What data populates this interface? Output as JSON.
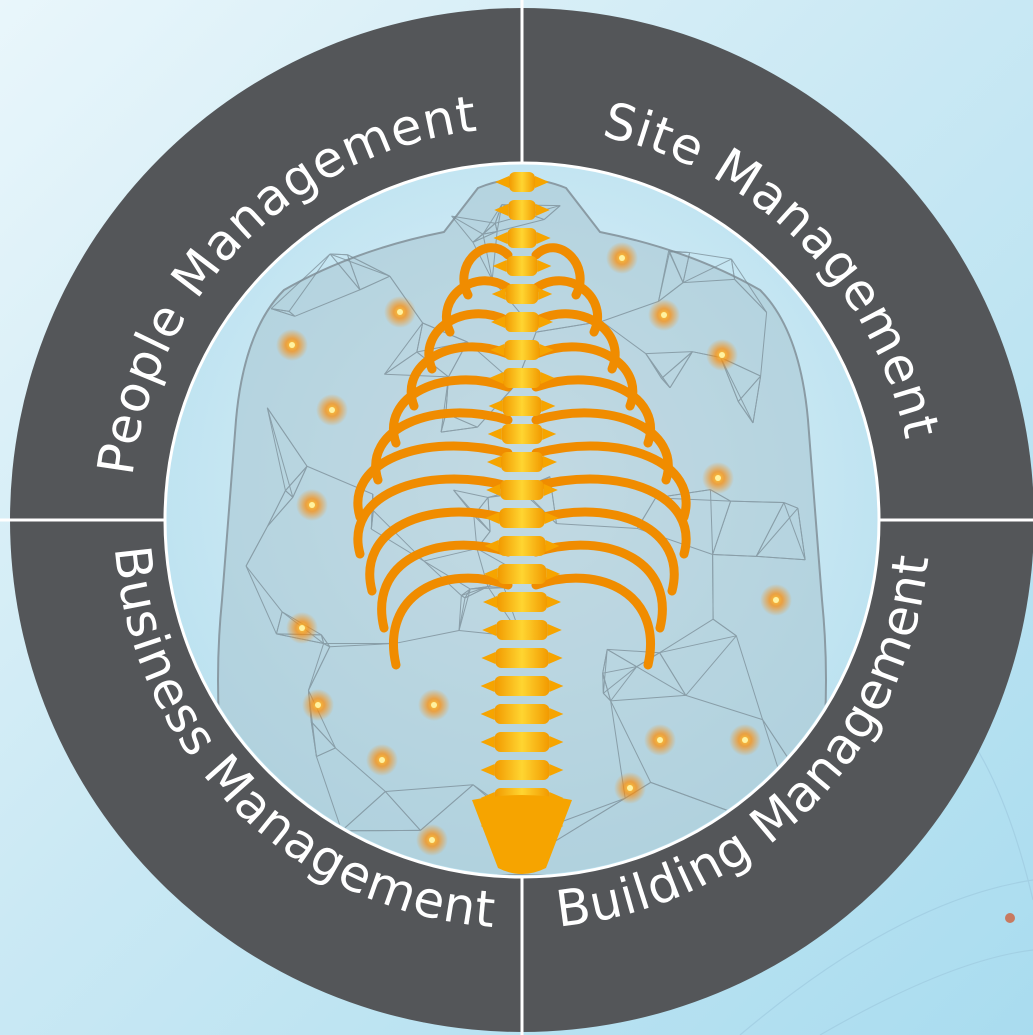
{
  "segments": [
    {
      "id": "people",
      "label": "People Management"
    },
    {
      "id": "site",
      "label": "Site Management"
    },
    {
      "id": "building",
      "label": "Building Management"
    },
    {
      "id": "business",
      "label": "Business Management"
    }
  ],
  "colors": {
    "ring": "#545659",
    "divider": "#ffffff",
    "label": "#ffffff",
    "spine": "#f7a800",
    "spine_light": "#ffd23a",
    "mesh": "#7a8c96",
    "glow": "#ff8a00"
  },
  "icons": {
    "center": "human-torso-skeleton-icon"
  }
}
